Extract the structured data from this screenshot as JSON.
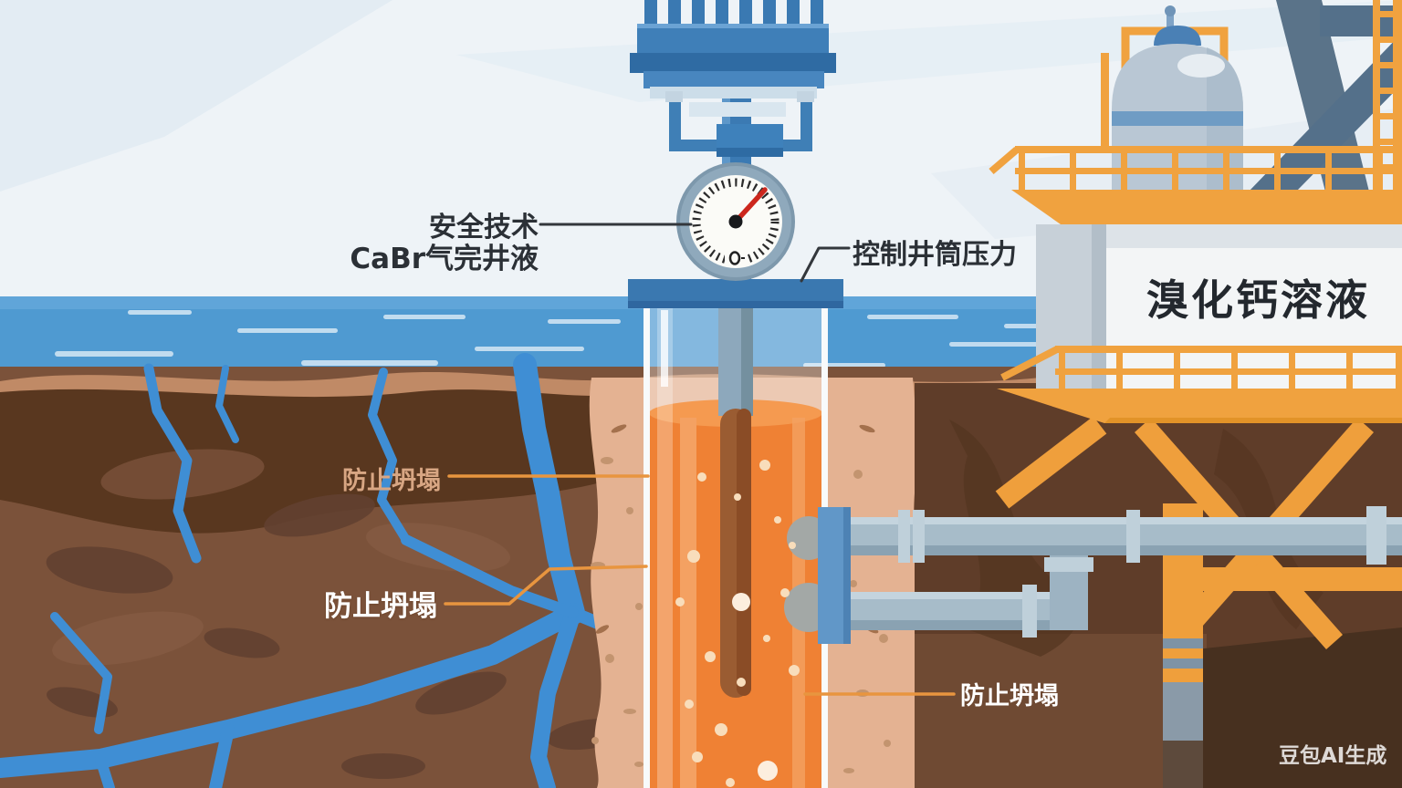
{
  "scene": {
    "description_labels": {
      "safety_tech": "安全技术",
      "completion_fluid": "CaBr气完井液",
      "control_wellbore_pressure": "控制井筒压力",
      "prevent_collapse_1": "防止坍塌",
      "prevent_collapse_2": "防止坍塌",
      "prevent_collapse_3": "防止坍塌",
      "tank_solution": "溴化钙溶液",
      "watermark": "豆包AI生成"
    },
    "colors": {
      "sky": "#eef3f7",
      "sea": "#4f9ad1",
      "sand": "#e4b292",
      "topsoil_dark": "#59371f",
      "soil_mid": "#7b523a",
      "fracture_water": "#3f8ed4",
      "fluid_orange": "#ef8134",
      "machinery_blue": "#3c7cb5",
      "platform_orange": "#f0a23f",
      "pipe_steel": "#a7bcc9",
      "gauge_needle_red": "#cc271d",
      "callout_line_orange": "#e8953f",
      "label_dark": "#2b3036"
    }
  }
}
